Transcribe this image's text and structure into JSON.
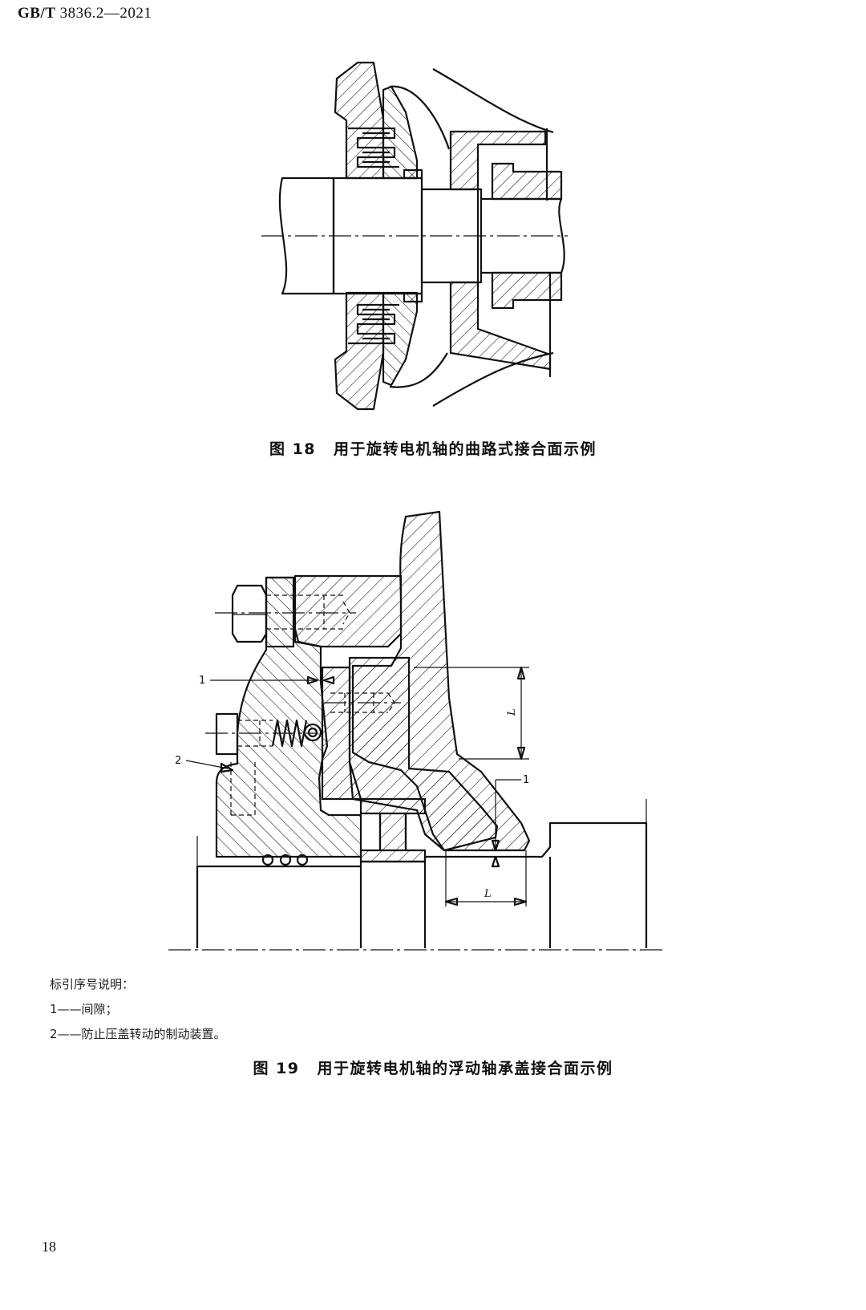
{
  "header": {
    "standard_code": "GB/T",
    "standard_number": "3836.2—2021"
  },
  "figure18": {
    "number": "图 18",
    "title": "用于旋转电机轴的曲路式接合面示例"
  },
  "figure19": {
    "number": "图 19",
    "title": "用于旋转电机轴的浮动轴承盖接合面示例",
    "labels": {
      "ref1": "1",
      "ref2": "2",
      "ref1_bottom": "1",
      "dim_L_vertical": "L",
      "dim_L_horizontal": "L"
    }
  },
  "legend": {
    "title": "标引序号说明：",
    "items": [
      "1——间隙；",
      "2——防止压盖转动的制动装置。"
    ]
  },
  "page_number": "18"
}
